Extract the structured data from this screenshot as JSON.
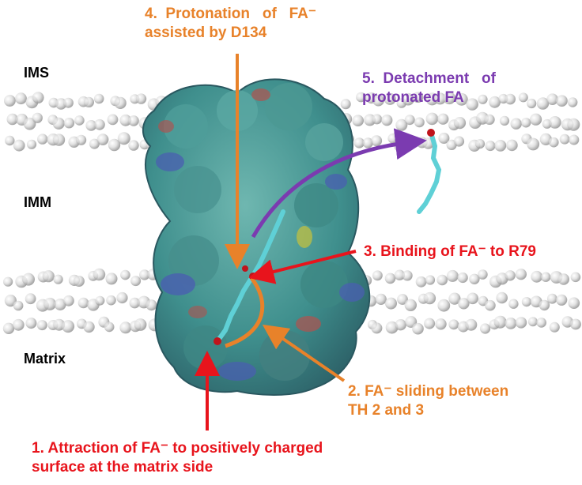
{
  "regions": {
    "ims": "IMS",
    "imm": "IMM",
    "matrix": "Matrix"
  },
  "steps": {
    "step1": {
      "line1": "1. Attraction of FA⁻ to positively charged",
      "line2": "surface at the matrix side",
      "color": "#e8141c"
    },
    "step2": {
      "line1": "2. FA⁻ sliding between",
      "line2": "TH 2 and 3",
      "color": "#e8822a"
    },
    "step3": {
      "line1": "3. Binding of FA⁻ to R79",
      "color": "#e8141c"
    },
    "step4": {
      "line1": "4.  Protonation   of   FA⁻",
      "line2": "assisted by D134",
      "color": "#e8822a"
    },
    "step5": {
      "line1": "5.  Detachment   of",
      "line2": "protonated FA",
      "color": "#7b3bb0"
    }
  },
  "colors": {
    "protein_surface": "#3f8f8d",
    "positive_patch": "#4a5fb0",
    "negative_patch": "#b0524e",
    "membrane_beads": "#cfcfcf"
  }
}
